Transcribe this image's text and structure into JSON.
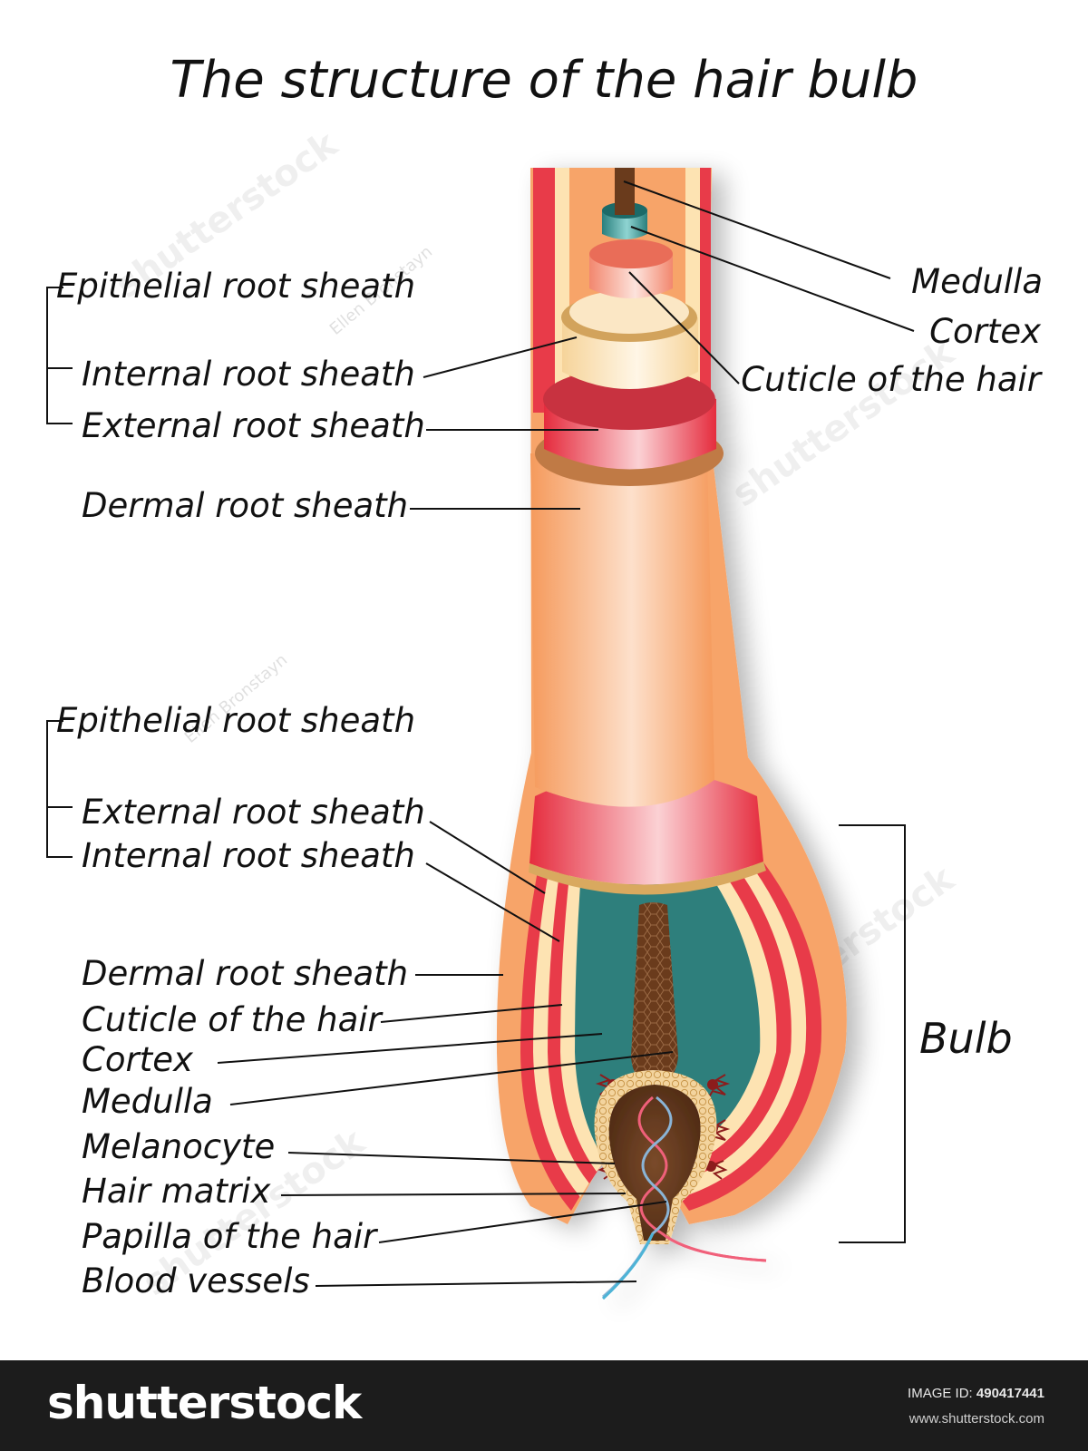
{
  "title": "The structure of the hair bulb",
  "upper_labels": {
    "epithelial_root_sheath": "Epithelial root sheath",
    "internal_root_sheath": "Internal root sheath",
    "external_root_sheath": "External root sheath",
    "dermal_root_sheath": "Dermal root sheath",
    "medulla": "Medulla",
    "cortex": "Cortex",
    "cuticle_of_the_hair": "Cuticle of the hair"
  },
  "lower_labels": {
    "epithelial_root_sheath": "Epithelial root sheath",
    "external_root_sheath": "External root sheath",
    "internal_root_sheath": "Internal root sheath",
    "dermal_root_sheath": "Dermal root sheath",
    "cuticle_of_the_hair": "Cuticle of the hair",
    "cortex": "Cortex",
    "medulla": "Medulla",
    "melanocyte": "Melanocyte",
    "hair_matrix": "Hair matrix",
    "papilla_of_the_hair": "Papilla of the hair",
    "blood_vessels": "Blood vessels"
  },
  "bulb_label": "Bulb",
  "watermark": {
    "brand": "shutterstock",
    "author": "Ellen Bronstayn"
  },
  "footer": {
    "logo": "shutterstock",
    "image_id_label": "IMAGE ID:",
    "image_id": "490417441",
    "url": "www.shutterstock.com"
  },
  "colors": {
    "dermal_sheath": "#f7a469",
    "external_sheath": "#e83a48",
    "internal_sheath": "#fde3b2",
    "cortex": "#2f7f7c",
    "medulla": "#6a3a1c",
    "footer_bg": "#1c1c1c"
  }
}
